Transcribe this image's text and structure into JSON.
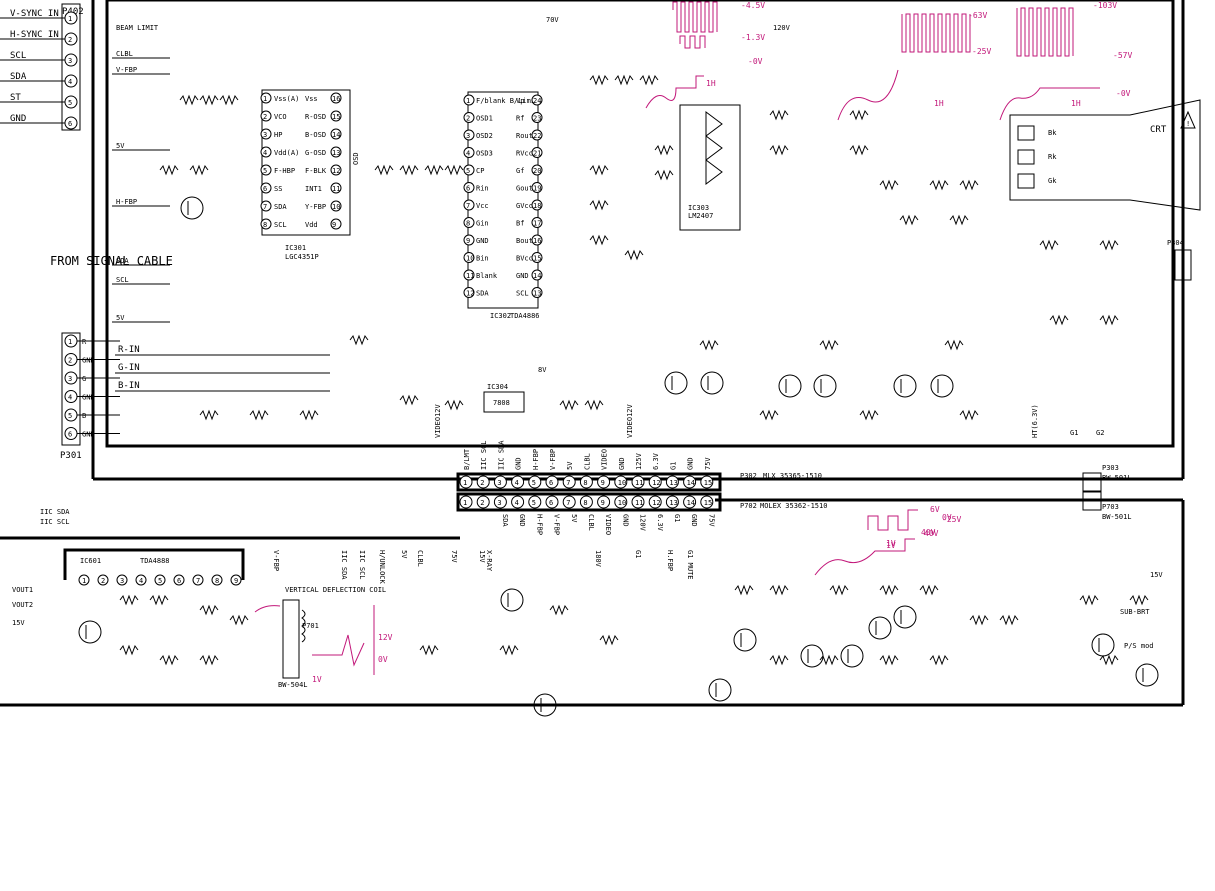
{
  "header_inputs": [
    "V-SYNC IN",
    "H-SYNC IN",
    "SCL",
    "SDA",
    "ST",
    "GND"
  ],
  "p402_label": "P402",
  "ic301": {
    "ref": "IC301",
    "part": "LGC4351P",
    "pins_left": [
      "Vss(A)",
      "VCO",
      "HP",
      "Vdd(A)",
      "F-HBP",
      "SS",
      "SDA",
      "SCL"
    ],
    "pins_right": [
      "Vss",
      "R-OSD",
      "B-OSD",
      "G-OSD",
      "F-BLK",
      "INT1",
      "Y-FBP",
      "Vdd"
    ],
    "side_label": "OSD"
  },
  "ic302": {
    "ref": "IC302",
    "part": "TDA4886",
    "pins_left": [
      "F/blank B/Limit",
      "OSD1",
      "OSD2",
      "OSD3",
      "CP",
      "Rin",
      "Vcc",
      "Gin",
      "GND",
      "Bin",
      "Blank",
      "SDA"
    ],
    "pins_right": [
      "Vp",
      "Rf",
      "Rout",
      "RVcc",
      "Gf",
      "Gout",
      "GVcc",
      "Bf",
      "Bout",
      "BVcc",
      "GND",
      "SCL"
    ]
  },
  "ic303": {
    "ref": "IC303",
    "part": "LM2407"
  },
  "ic304": {
    "ref": "IC304",
    "part": "7808"
  },
  "ic601": {
    "ref": "IC601",
    "part": "TDA4888"
  },
  "from_signal": "FROM SIGNAL CABLE",
  "p301": {
    "label": "P301",
    "pins": [
      "R",
      "GND",
      "G",
      "GND",
      "B",
      "GND"
    ]
  },
  "rgb_inputs": [
    "R-IN",
    "G-IN",
    "B-IN"
  ],
  "left_nets": [
    "CLBL",
    "V-FBP",
    "5V",
    "H-FBP",
    "SDA",
    "SCL",
    "5V"
  ],
  "top_labels": [
    "BEAM LIMIT",
    "70V",
    "120V"
  ],
  "crt": {
    "label": "CRT",
    "pins": [
      "Bk",
      "Rk",
      "Gk"
    ]
  },
  "p304": "P304",
  "p303": {
    "label": "P303",
    "part": "BW-501L"
  },
  "p703": {
    "label": "P703",
    "part": "BW-501L"
  },
  "p302": {
    "label": "P302",
    "part": "MLX 35365-1510"
  },
  "p702": {
    "label": "P702",
    "part": "MOLEX 35362-1510"
  },
  "connector_pins": [
    "B/LMT",
    "IIC SCL",
    "IIC SDA",
    "GND",
    "H-FBP",
    "V-FBP",
    "5V",
    "CLBL",
    "VIDEO",
    "GND",
    "125V",
    "6.3V",
    "G1",
    "GND",
    "75V"
  ],
  "lower_pins": [
    "SDA",
    "GND",
    "H-FBP",
    "V-FBP",
    "5V",
    "CLBL",
    "VIDEO",
    "GND",
    "120V",
    "6.3V",
    "G1",
    "GND",
    "75V"
  ],
  "lower_nets": [
    "V-FBP",
    "IIC SDA",
    "IIC SCL",
    "H/UNLOCK",
    "5V",
    "CLBL",
    "75V",
    "15V",
    "X-RAY",
    "180V",
    "G1",
    "H.FBP",
    "G1 MUTE"
  ],
  "bottom_left_nets": [
    "IIC SDA",
    "IIC SCL",
    "VOUT1",
    "VOUT2",
    "15V"
  ],
  "vertical": {
    "label": "VERTICAL DEFLECTION COIL",
    "connector": "P701",
    "part": "BW-504L"
  },
  "wave_labels": [
    "-4.5V",
    "-1.3V",
    "-0V",
    "1H",
    "-63V",
    "-25V",
    "-103V",
    "-57V",
    "1H",
    "-0V",
    "1H",
    "1V",
    "40V",
    "12V",
    "0V",
    "1V",
    "6V",
    "0V",
    "-25V",
    "40V",
    "1V"
  ],
  "right_labels": [
    "HT(6.3V)",
    "G1",
    "G2",
    "15V",
    "SUB-BRT",
    "P/S mod"
  ],
  "mid_labels": [
    "VIDEO12V",
    "VIDEO12V",
    "8V"
  ]
}
